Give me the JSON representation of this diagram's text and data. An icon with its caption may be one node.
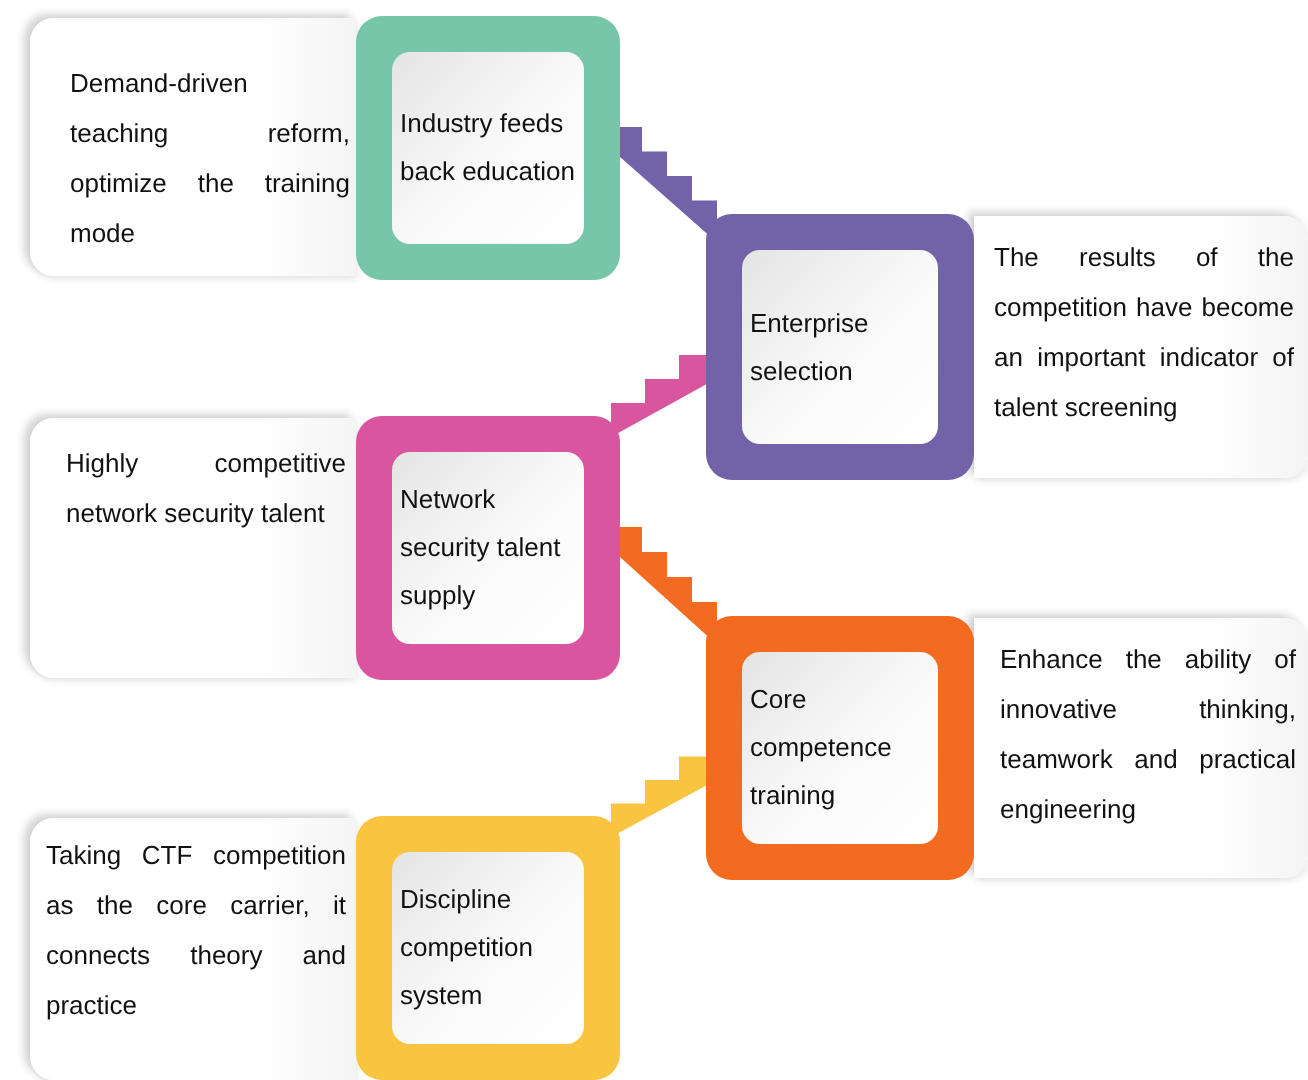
{
  "diagram": {
    "nodes": [
      {
        "text": [
          "Demand-driven teaching reform, optimize the training mode"
        ]
      },
      {
        "text": [
          "Industry feeds back education"
        ]
      },
      {
        "text": [
          "Enterprise selection"
        ]
      },
      {
        "text": [
          "The results of the competition have become an important indicator of talent screening"
        ]
      },
      {
        "text": [
          "Highly competitive network security talent"
        ]
      },
      {
        "text": [
          "Network security talent supply"
        ]
      },
      {
        "text": [
          "Core competence training"
        ]
      },
      {
        "text": [
          "Enhance the ability of innovative thinking, teamwork and practical engineering"
        ]
      },
      {
        "text": [
          "Taking CTF competition as the core carrier, it connects theory and practice"
        ]
      },
      {
        "text": [
          "Discipline competition system"
        ]
      }
    ],
    "edges": [
      {
        "from": 1,
        "to": 2,
        "arrow": "none",
        "color": "#7262a8"
      },
      {
        "from": 5,
        "to": 2,
        "arrow": "none",
        "color": "#d9559f"
      },
      {
        "from": 5,
        "to": 6,
        "arrow": "none",
        "color": "#f26b21"
      },
      {
        "from": 9,
        "to": 6,
        "arrow": "none",
        "color": "#f9c440"
      }
    ]
  }
}
